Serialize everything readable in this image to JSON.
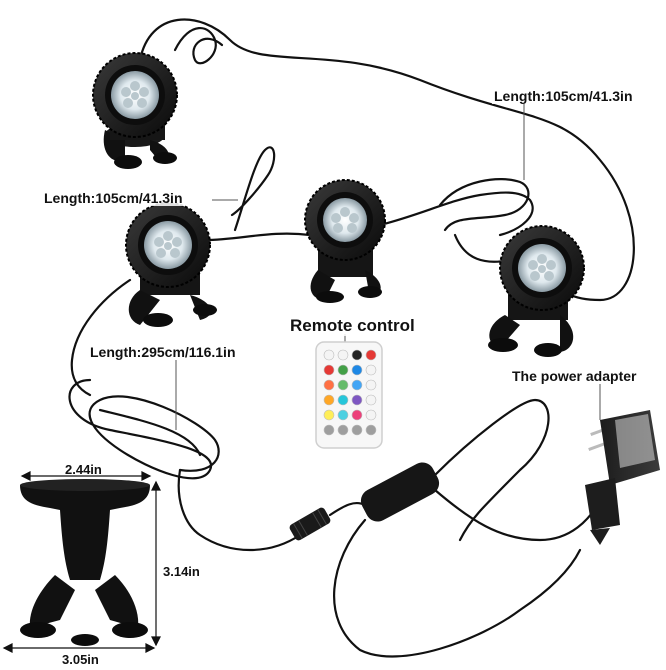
{
  "labels": {
    "cable_lamp_to_lamp_right": "Length:105cm/41.3in",
    "cable_lamp_to_lamp_left": "Length:105cm/41.3in",
    "cable_main": "Length:295cm/116.1in",
    "remote": "Remote control",
    "adapter": "The power adapter",
    "dim_top_width": "2.44in",
    "dim_height": "3.14in",
    "dim_base_width": "3.05in"
  },
  "remote_buttons": [
    "#f4f4f4",
    "#f4f4f4",
    "#222222",
    "#e53935",
    "#e53935",
    "#43a047",
    "#1e88e5",
    "#f4f4f4",
    "#ff7043",
    "#66bb6a",
    "#42a5f5",
    "#f4f4f4",
    "#ffa726",
    "#26c6da",
    "#7e57c2",
    "#f4f4f4",
    "#ffee58",
    "#4dd0e1",
    "#ec407a",
    "#f4f4f4",
    "#9e9e9e",
    "#9e9e9e",
    "#9e9e9e",
    "#9e9e9e"
  ],
  "colors": {
    "lamp_body": "#1a1a1a",
    "led_glow": "#dfe9ee",
    "cable": "#111111",
    "label_text": "#111111"
  }
}
